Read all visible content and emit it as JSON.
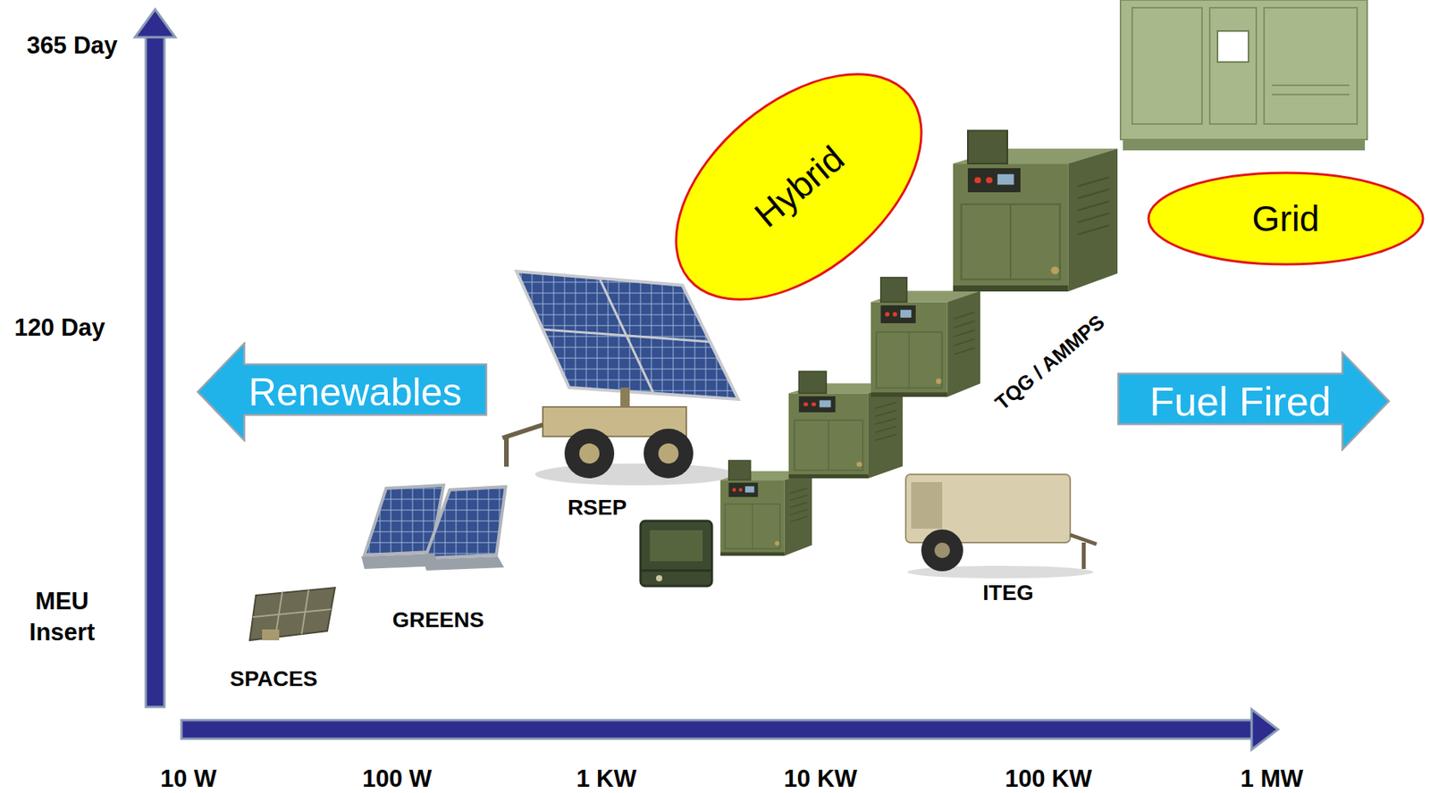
{
  "diagram": {
    "nodes": [
      {
        "text": [
          "Hybrid"
        ]
      },
      {
        "text": [
          "Grid"
        ]
      },
      {
        "text": [
          "Renewables"
        ]
      },
      {
        "text": [
          "Fuel Fired"
        ]
      }
    ],
    "labels": [
      "365 Day",
      "120 Day",
      "MEU Insert",
      "10 W",
      "100 W",
      "1 KW",
      "10 KW",
      "100 KW",
      "1 MW",
      "SPACES",
      "GREENS",
      "RSEP",
      "TQG / AMMPS",
      "ITEG"
    ]
  }
}
